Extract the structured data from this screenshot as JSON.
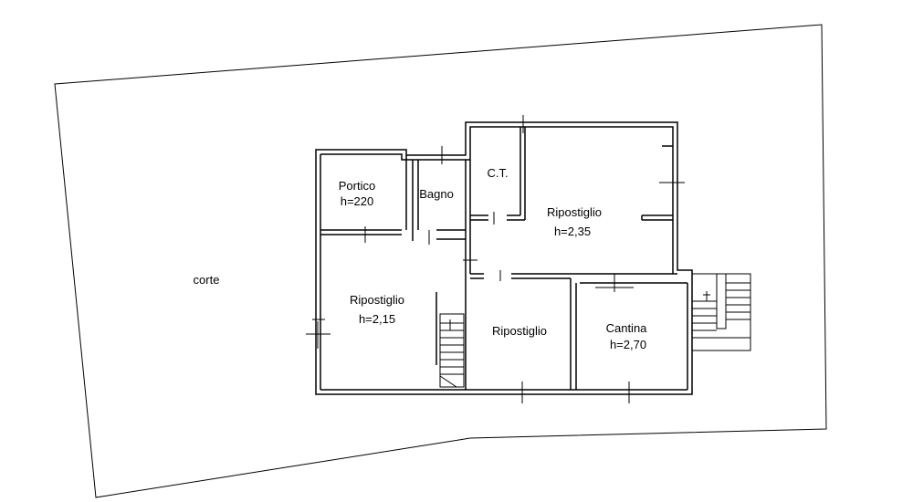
{
  "plan": {
    "rooms": [
      {
        "id": "corte",
        "lines": [
          "corte"
        ]
      },
      {
        "id": "portico",
        "lines": [
          "Portico",
          "h=220"
        ]
      },
      {
        "id": "bagno",
        "lines": [
          "Bagno"
        ]
      },
      {
        "id": "ct",
        "lines": [
          "C.T."
        ]
      },
      {
        "id": "ripostiglio-ne",
        "lines": [
          "Ripostiglio",
          "h=2,35"
        ]
      },
      {
        "id": "ripostiglio-w",
        "lines": [
          "Ripostiglio",
          "h=2,15"
        ]
      },
      {
        "id": "ripostiglio-c",
        "lines": [
          "Ripostiglio"
        ]
      },
      {
        "id": "cantina",
        "lines": [
          "Cantina",
          "h=2,70"
        ]
      }
    ]
  }
}
